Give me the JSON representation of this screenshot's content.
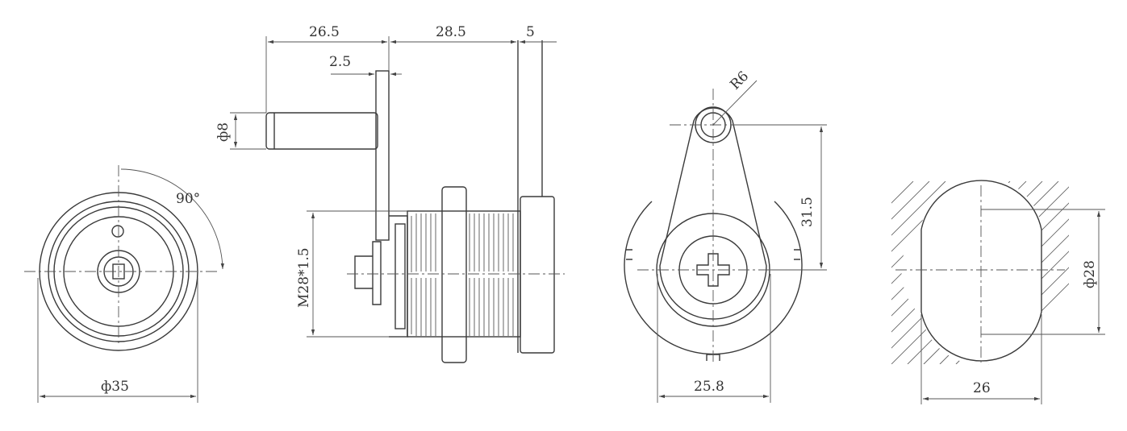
{
  "dimensions": {
    "front_angle": "90°",
    "front_diameter": "ф35",
    "side_shaft_length": "26.5",
    "side_body_length": "28.5",
    "side_flange": "5",
    "side_cam_thickness": "2.5",
    "side_shaft_diameter": "ф8",
    "side_thread": "M28*1.5",
    "cam_radius": "R6",
    "cam_length": "31.5",
    "cam_body_width": "25.8",
    "cutout_diameter": "ф28",
    "cutout_width": "26"
  }
}
